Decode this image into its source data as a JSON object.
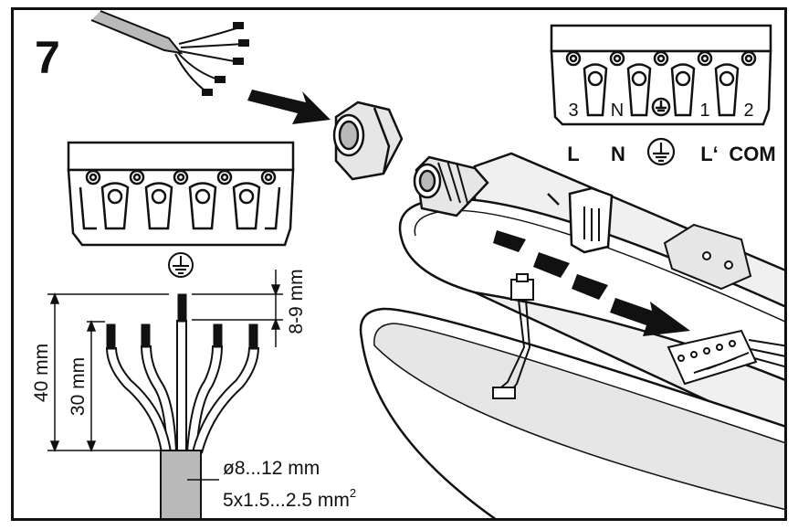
{
  "step": "7",
  "terminal_numbers": [
    "3",
    "N",
    "1",
    "2"
  ],
  "terminal_labels": [
    "L",
    "N",
    "L‘",
    "COM"
  ],
  "dimensions": {
    "strip": "8-9 mm",
    "outer_40": "40 mm",
    "inner_30": "30 mm"
  },
  "cable": {
    "diameter": "ø8...12 mm",
    "cross_section": "5x1.5...2.5 mm",
    "cross_section_sup": "2"
  },
  "icons": [
    "ground-symbol",
    "arrow-icon",
    "cable-gland",
    "luminaire-housing"
  ],
  "colors": {
    "line": "#111111",
    "grey_cable": "#b9b9b9",
    "shade": "#e6e6e6",
    "dash": "#111111"
  }
}
